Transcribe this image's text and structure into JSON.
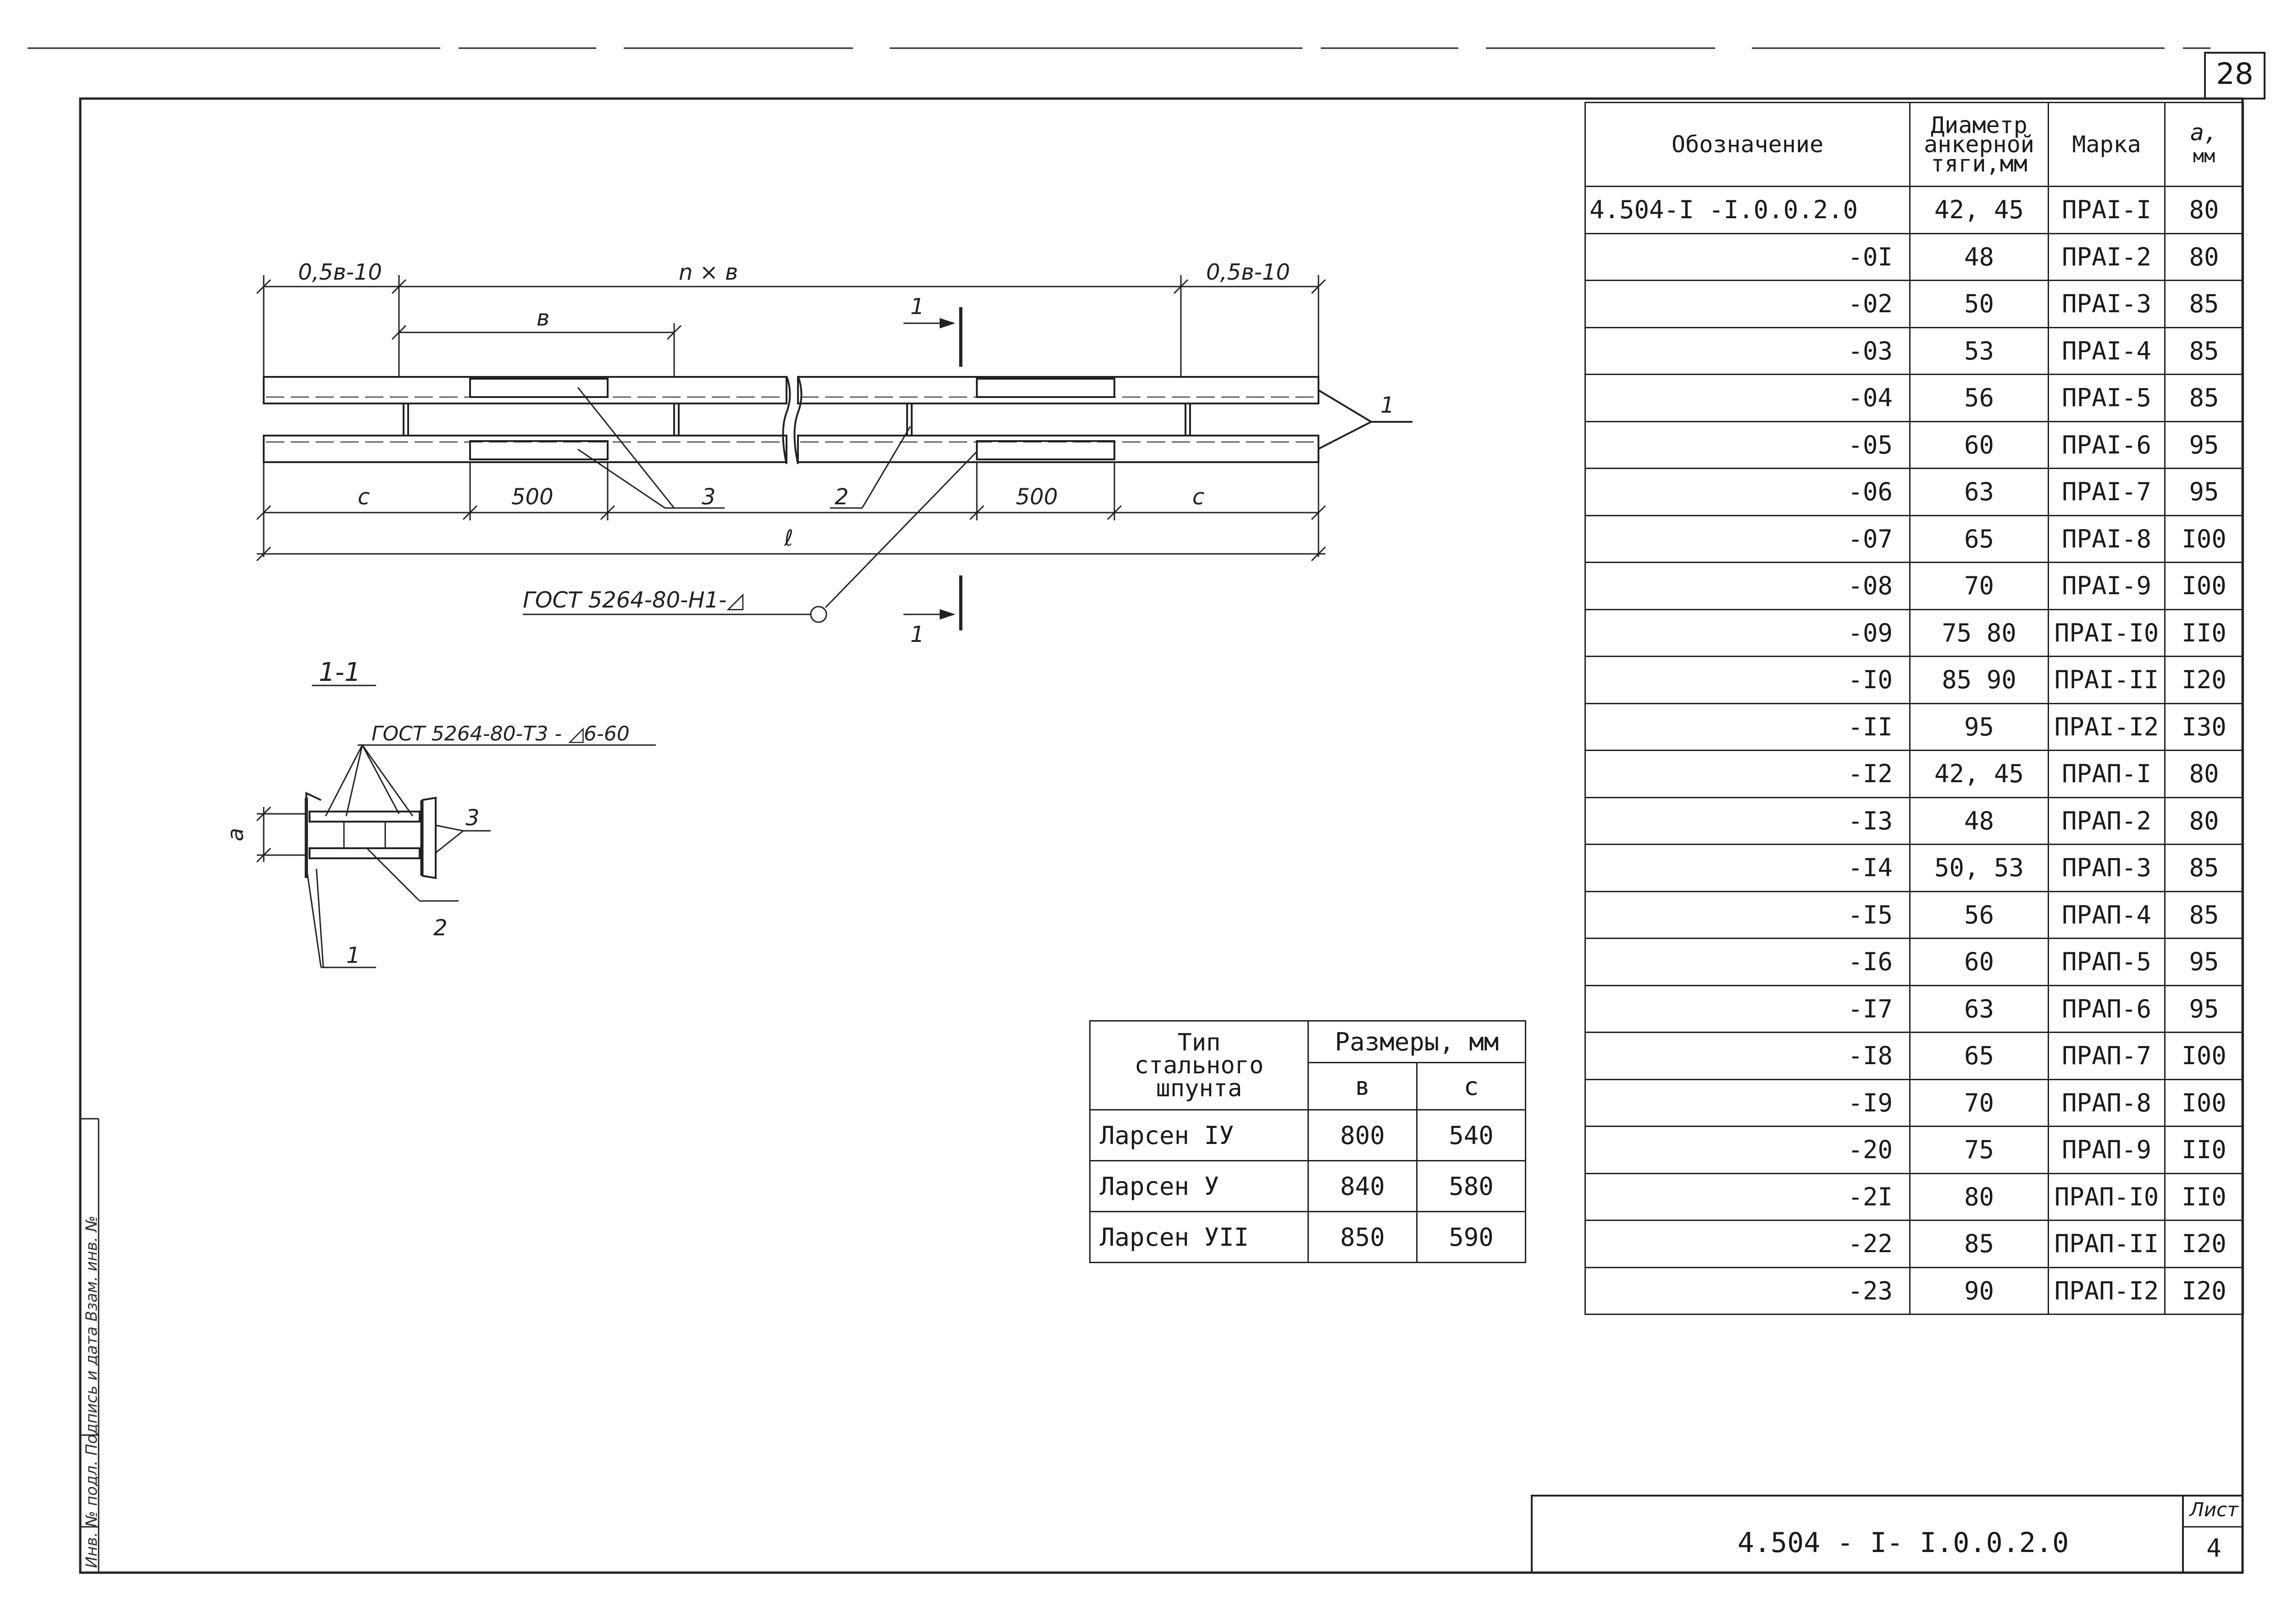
{
  "sheet_number": "28",
  "drawing_labels": {
    "dim_left": "0,5в-10",
    "dim_middle": "n × в",
    "dim_right": "0,5в-10",
    "dim_b": "в",
    "dim_c_left": "с",
    "dim_500_left": "500",
    "dim_500_right": "500",
    "dim_c_right": "с",
    "dim_l": "ℓ",
    "callout_1": "1",
    "callout_2": "2",
    "callout_3": "3",
    "section_mark_top": "1",
    "section_mark_bottom": "1",
    "weld_note": "ГОСТ 5264-80-Н1-◿",
    "section_title": "1-1",
    "section_weld_note": "ГОСТ 5264-80-Т3 - ◿6-60",
    "section_dim_a": "а",
    "section_callout_1": "1",
    "section_callout_2": "2",
    "section_callout_3": "3"
  },
  "spec_table": {
    "headers": {
      "designation": "Обозначение",
      "diameter_line1": "Диаметр",
      "diameter_line2": "анкерной",
      "diameter_line3": "тяги,мм",
      "mark": "Марка",
      "a_symbol": "а,",
      "a_unit": "мм"
    },
    "rows": [
      {
        "designation": "4.504-I -I.0.0.2.0",
        "diameter": "42, 45",
        "mark": "ПРАI-I",
        "a": "80"
      },
      {
        "designation": "-0I",
        "diameter": "48",
        "mark": "ПРАI-2",
        "a": "80"
      },
      {
        "designation": "-02",
        "diameter": "50",
        "mark": "ПРАI-3",
        "a": "85"
      },
      {
        "designation": "-03",
        "diameter": "53",
        "mark": "ПРАI-4",
        "a": "85"
      },
      {
        "designation": "-04",
        "diameter": "56",
        "mark": "ПРАI-5",
        "a": "85"
      },
      {
        "designation": "-05",
        "diameter": "60",
        "mark": "ПРАI-6",
        "a": "95"
      },
      {
        "designation": "-06",
        "diameter": "63",
        "mark": "ПРАI-7",
        "a": "95"
      },
      {
        "designation": "-07",
        "diameter": "65",
        "mark": "ПРАI-8",
        "a": "I00"
      },
      {
        "designation": "-08",
        "diameter": "70",
        "mark": "ПРАI-9",
        "a": "I00"
      },
      {
        "designation": "-09",
        "diameter": "75 80",
        "mark": "ПРАI-I0",
        "a": "II0"
      },
      {
        "designation": "-I0",
        "diameter": "85 90",
        "mark": "ПРАI-II",
        "a": "I20"
      },
      {
        "designation": "-II",
        "diameter": "95",
        "mark": "ПРАI-I2",
        "a": "I30"
      },
      {
        "designation": "-I2",
        "diameter": "42, 45",
        "mark": "ПРАП-I",
        "a": "80"
      },
      {
        "designation": "-I3",
        "diameter": "48",
        "mark": "ПРАП-2",
        "a": "80"
      },
      {
        "designation": "-I4",
        "diameter": "50, 53",
        "mark": "ПРАП-3",
        "a": "85"
      },
      {
        "designation": "-I5",
        "diameter": "56",
        "mark": "ПРАП-4",
        "a": "85"
      },
      {
        "designation": "-I6",
        "diameter": "60",
        "mark": "ПРАП-5",
        "a": "95"
      },
      {
        "designation": "-I7",
        "diameter": "63",
        "mark": "ПРАП-6",
        "a": "95"
      },
      {
        "designation": "-I8",
        "diameter": "65",
        "mark": "ПРАП-7",
        "a": "I00"
      },
      {
        "designation": "-I9",
        "diameter": "70",
        "mark": "ПРАП-8",
        "a": "I00"
      },
      {
        "designation": "-20",
        "diameter": "75",
        "mark": "ПРАП-9",
        "a": "II0"
      },
      {
        "designation": "-2I",
        "diameter": "80",
        "mark": "ПРАП-I0",
        "a": "II0"
      },
      {
        "designation": "-22",
        "diameter": "85",
        "mark": "ПРАП-II",
        "a": "I20"
      },
      {
        "designation": "-23",
        "diameter": "90",
        "mark": "ПРАП-I2",
        "a": "I20"
      }
    ]
  },
  "sizes_table": {
    "header_type_line1": "Тип",
    "header_type_line2": "стального",
    "header_type_line3": "шпунта",
    "header_sizes": "Размеры, мм",
    "header_b": "в",
    "header_c": "с",
    "rows": [
      {
        "type": "Ларсен IУ",
        "b": "800",
        "c": "540"
      },
      {
        "type": "Ларсен У",
        "b": "840",
        "c": "580"
      },
      {
        "type": "Ларсен УII",
        "b": "850",
        "c": "590"
      }
    ]
  },
  "title_block": {
    "document_code": "4.504 - I- I.0.0.2.0",
    "sheet_label": "Лист",
    "sheet_number": "4"
  },
  "side_stamp": {
    "text": "Инв. № подл.   Подпись и дата   Взам. инв. №"
  }
}
